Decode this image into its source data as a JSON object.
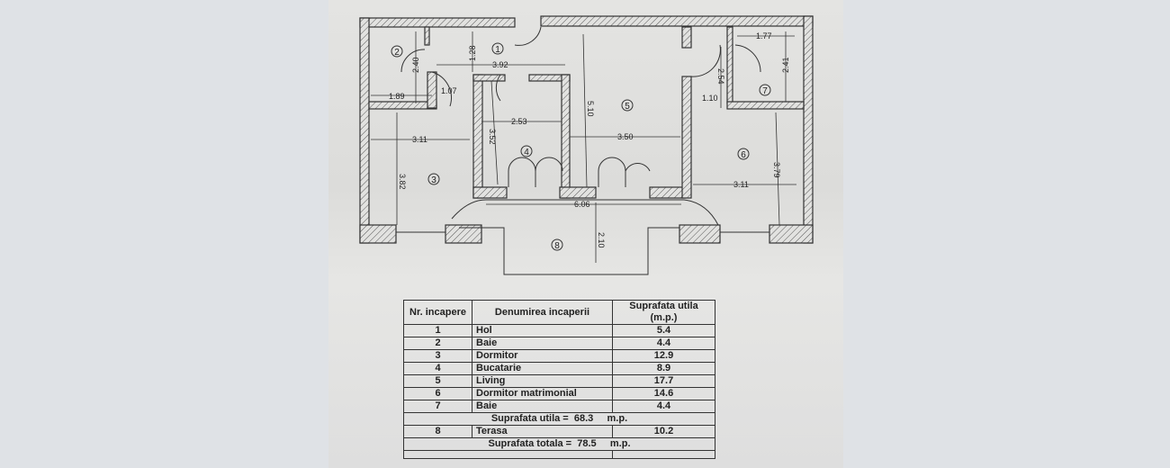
{
  "plan": {
    "rooms": [
      "1",
      "2",
      "3",
      "4",
      "5",
      "6",
      "7",
      "8"
    ],
    "dims": {
      "d128": "1.28",
      "d392": "3.92",
      "d240": "2.40",
      "d107": "1.07",
      "d189": "1.89",
      "d311a": "3.11",
      "d382": "3.82",
      "d253": "2.53",
      "d352": "3.52",
      "d510": "5.10",
      "d350": "3.50",
      "d254": "2.54",
      "d110": "1.10",
      "d177": "1.77",
      "d241": "2.41",
      "d379": "3.79",
      "d311b": "3.11",
      "d606": "6.06",
      "d210": "2.10"
    }
  },
  "table": {
    "headers": [
      "Nr. incapere",
      "Denumirea incaperii",
      "Suprafata utila (m.p.)"
    ],
    "rows": [
      {
        "nr": "1",
        "name": "Hol",
        "area": "5.4"
      },
      {
        "nr": "2",
        "name": "Baie",
        "area": "4.4"
      },
      {
        "nr": "3",
        "name": "Dormitor",
        "area": "12.9"
      },
      {
        "nr": "4",
        "name": "Bucatarie",
        "area": "8.9"
      },
      {
        "nr": "5",
        "name": "Living",
        "area": "17.7"
      },
      {
        "nr": "6",
        "name": "Dormitor matrimonial",
        "area": "14.6"
      },
      {
        "nr": "7",
        "name": "Baie",
        "area": "4.4"
      }
    ],
    "subtotal": "Suprafata utila =  68.3     m.p.",
    "terrace": {
      "nr": "8",
      "name": "Terasa",
      "area": "10.2"
    },
    "total": "Suprafata totala =  78.5     m.p."
  }
}
